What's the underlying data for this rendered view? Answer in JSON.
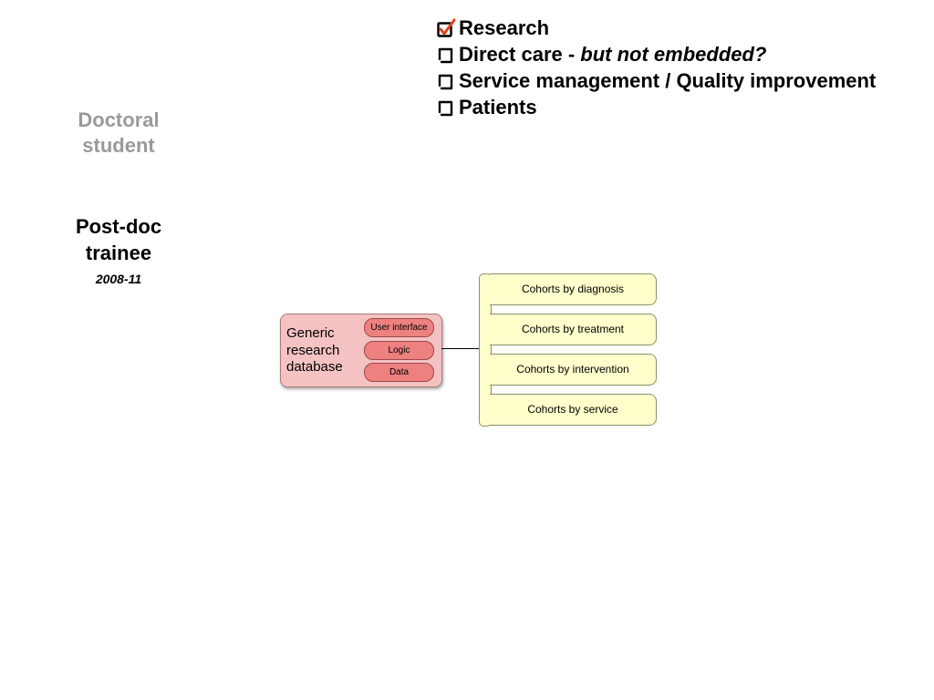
{
  "checklist": {
    "items": [
      {
        "label": "Research",
        "emphasis": "",
        "checked": true
      },
      {
        "label": "Direct care - ",
        "emphasis": "but not embedded?",
        "checked": false
      },
      {
        "label": "Service management / Quality improvement",
        "emphasis": "",
        "checked": false
      },
      {
        "label": "Patients",
        "emphasis": "",
        "checked": false
      }
    ],
    "check_color": "#e0401c"
  },
  "roles": {
    "doctoral": {
      "line1": "Doctoral",
      "line2": "student"
    },
    "postdoc": {
      "line1": "Post-doc",
      "line2": "trainee",
      "years": "2008-11"
    }
  },
  "database": {
    "title_lines": [
      "Generic",
      "research",
      "database"
    ],
    "layers": [
      "User interface",
      "Logic",
      "Data"
    ]
  },
  "cohorts": [
    "Cohorts by diagnosis",
    "Cohorts by treatment",
    "Cohorts by intervention",
    "Cohorts by service"
  ]
}
